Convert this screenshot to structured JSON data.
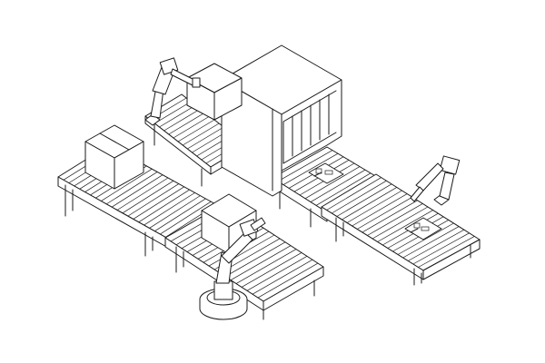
{
  "scene": {
    "style": "isometric wireframe line drawing",
    "stroke_color": "#1a1a1a",
    "background_color": "#ffffff",
    "conveyors": 5,
    "robot_arms": 3,
    "boxes": 3,
    "scanner_tunnels": 1,
    "parcels": 2
  }
}
